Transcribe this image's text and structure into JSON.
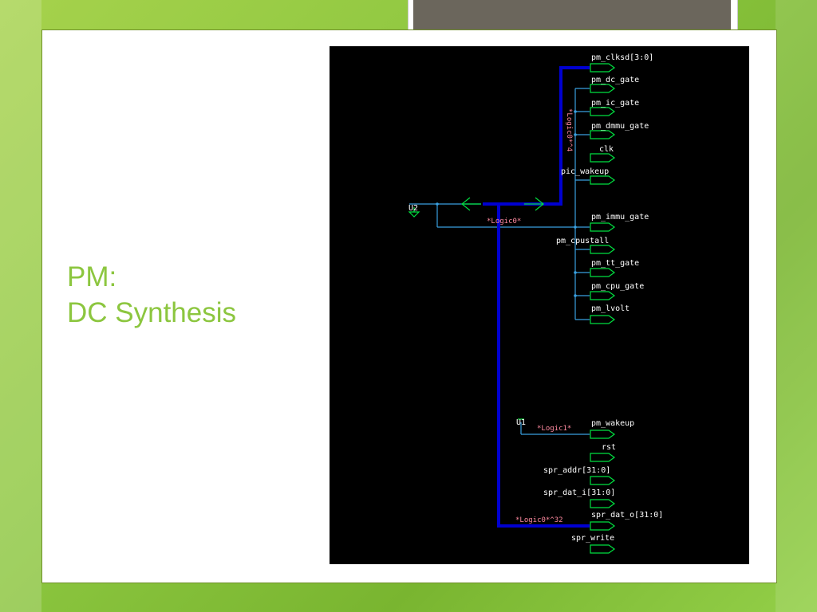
{
  "slide": {
    "title_line1": "PM:",
    "title_line2": "DC Synthesis"
  },
  "colors": {
    "accent": "#8cc63f",
    "bus": "#0000d0",
    "wire": "#3aa0e0",
    "port": "#00e040",
    "net_label": "#ff8aa0"
  },
  "schematic": {
    "ports_top": [
      "pm_clksd[3:0]",
      "pm_dc_gate",
      "pm_ic_gate",
      "pm_dmmu_gate",
      "clk",
      "pic_wakeup",
      "pm_immu_gate",
      "pm_cpustall",
      "pm_tt_gate",
      "pm_cpu_gate",
      "pm_lvolt"
    ],
    "ports_bottom": [
      "pm_wakeup",
      "rst",
      "spr_addr[31:0]",
      "spr_dat_i[31:0]",
      "spr_dat_o[31:0]",
      "spr_write"
    ],
    "cells": {
      "u2": "U2",
      "u1": "U1"
    },
    "nets": {
      "logic0_bus4": "*Logic0*^4",
      "logic0": "*Logic0*",
      "logic1": "*Logic1*",
      "logic0_bus32": "*Logic0*^32"
    }
  }
}
